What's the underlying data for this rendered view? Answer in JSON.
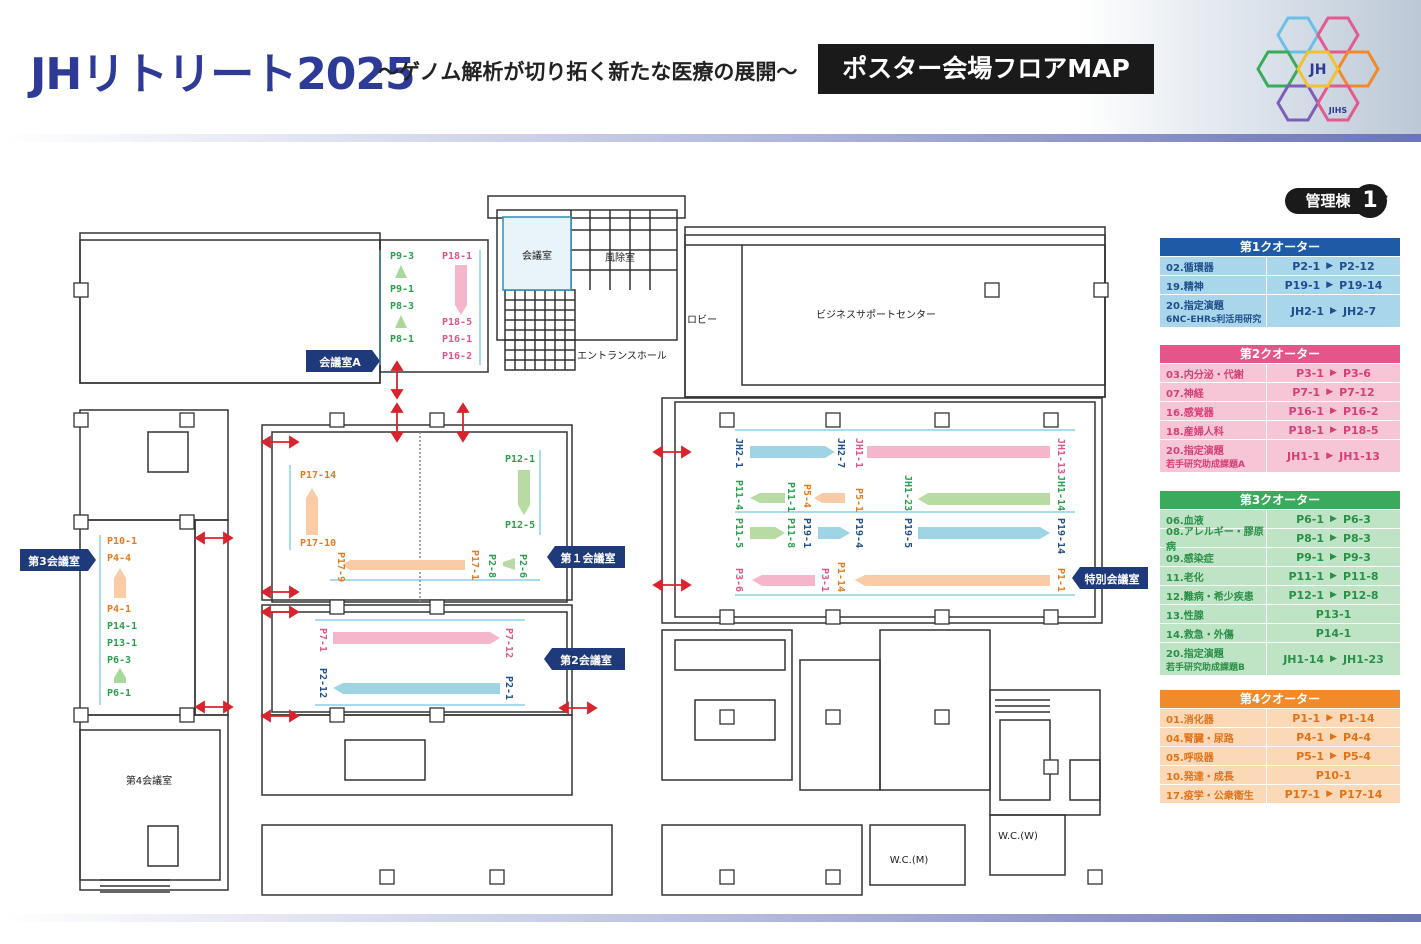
{
  "header": {
    "title_main": "JHリトリート2025",
    "title_sub": "〜ゲノム解析が切り拓く新たな医療の展開〜",
    "title_box": "ポスター会場フロアMAP",
    "logo_text": "JH",
    "logo_sub": "JIHS"
  },
  "floor_badge": {
    "building": "管理棟",
    "floor": "1",
    "suffix": "F"
  },
  "rooms": {
    "kaigishitsu_top": "会議室",
    "fujo": "風除室",
    "lobby": "ロビー",
    "business": "ビジネスサポートセンター",
    "entrance": "エントランスホール",
    "room4": "第4会議室",
    "wc_m": "W.C.(M)",
    "wc_w": "W.C.(W)"
  },
  "room_labels": {
    "a": "会議室A",
    "r1": "第１会議室",
    "r2": "第2会議室",
    "r3": "第3会議室",
    "special": "特別会議室"
  },
  "booths": {
    "p9_3": "P9-3",
    "p9_1": "P9-1",
    "p8_3": "P8-3",
    "p8_1": "P8-1",
    "p18_1": "P18-1",
    "p18_5": "P18-5",
    "p16_1": "P16-1",
    "p16_2": "P16-2",
    "p17_14": "P17-14",
    "p17_10": "P17-10",
    "p12_1": "P12-1",
    "p12_5": "P12-5",
    "p17_9": "P17-9",
    "p17_1": "P17-1",
    "p2_8": "P2-8",
    "p2_6": "P2-6",
    "p7_1": "P7-1",
    "p7_12": "P7-12",
    "p2_12": "P2-12",
    "p2_1": "P2-1",
    "p10_1": "P10-1",
    "p4_4": "P4-4",
    "p4_1": "P4-1",
    "p14_1": "P14-1",
    "p13_1": "P13-1",
    "p6_3": "P6-3",
    "p6_1": "P6-1",
    "jh2_1": "JH2-1",
    "jh2_7": "JH2-7",
    "jh1_1": "JH1-1",
    "jh1_13": "JH1-13",
    "p11_4": "P11-4",
    "p11_1": "P11-1",
    "p5_4": "P5-4",
    "p5_1": "P5-1",
    "jh1_23": "JH1-23",
    "jh1_14": "JH1-14",
    "p11_5": "P11-5",
    "p11_8": "P11-8",
    "p19_1": "P19-1",
    "p19_4": "P19-4",
    "p19_5": "P19-5",
    "p19_14": "P19-14",
    "p3_6": "P3-6",
    "p3_1": "P3-1",
    "p1_14": "P1-14",
    "p1_1": "P1-1"
  },
  "legend": [
    {
      "title": "第1クオーター",
      "color": "#1f5aa6",
      "row_bg": "#a9d6ea",
      "text": "#1f4e8c",
      "rows": [
        {
          "cat": "02.循環器",
          "from": "P2-1",
          "to": "P2-12"
        },
        {
          "cat": "19.精神",
          "from": "P19-1",
          "to": "P19-14"
        },
        {
          "cat": "20.指定演題",
          "cat2": "6NC-EHRs利活用研究",
          "from": "JH2-1",
          "to": "JH2-7"
        }
      ]
    },
    {
      "title": "第2クオーター",
      "color": "#e4558a",
      "row_bg": "#f7c6d6",
      "text": "#d63f78",
      "rows": [
        {
          "cat": "03.内分泌・代謝",
          "from": "P3-1",
          "to": "P3-6"
        },
        {
          "cat": "07.神経",
          "from": "P7-1",
          "to": "P7-12"
        },
        {
          "cat": "16.感覚器",
          "from": "P16-1",
          "to": "P16-2"
        },
        {
          "cat": "18.産婦人科",
          "from": "P18-1",
          "to": "P18-5"
        },
        {
          "cat": "20.指定演題",
          "cat2": "若手研究助成課題A",
          "from": "JH1-1",
          "to": "JH1-13"
        }
      ]
    },
    {
      "title": "第3クオーター",
      "color": "#3aaa5c",
      "row_bg": "#bfe4c5",
      "text": "#2a8f48",
      "rows": [
        {
          "cat": "06.血液",
          "from": "P6-1",
          "to": "P6-3"
        },
        {
          "cat": "08.アレルギー・膠原病",
          "from": "P8-1",
          "to": "P8-3"
        },
        {
          "cat": "09.感染症",
          "from": "P9-1",
          "to": "P9-3"
        },
        {
          "cat": "11.老化",
          "from": "P11-1",
          "to": "P11-8"
        },
        {
          "cat": "12.難病・希少疾患",
          "from": "P12-1",
          "to": "P12-8"
        },
        {
          "cat": "13.性腺",
          "single": "P13-1"
        },
        {
          "cat": "14.救急・外傷",
          "single": "P14-1"
        },
        {
          "cat": "20.指定演題",
          "cat2": "若手研究助成課題B",
          "from": "JH1-14",
          "to": "JH1-23"
        }
      ]
    },
    {
      "title": "第4クオーター",
      "color": "#f08a2a",
      "row_bg": "#fbd9b6",
      "text": "#e0731a",
      "rows": [
        {
          "cat": "01.消化器",
          "from": "P1-1",
          "to": "P1-14"
        },
        {
          "cat": "04.腎臓・尿路",
          "from": "P4-1",
          "to": "P4-4"
        },
        {
          "cat": "05.呼吸器",
          "from": "P5-1",
          "to": "P5-4"
        },
        {
          "cat": "10.発達・成長",
          "single": "P10-1"
        },
        {
          "cat": "17.疫学・公衆衛生",
          "from": "P17-1",
          "to": "P17-14"
        }
      ]
    }
  ],
  "colors": {
    "blue": "#1f4e8c",
    "pink": "#e0558a",
    "green": "#2a9f4e",
    "orange": "#e87a1e",
    "bar_blue": "#9fd4e4",
    "bar_pink": "#f5b5cb",
    "bar_green": "#b7dba2",
    "bar_orange": "#f9cba6",
    "label_navy": "#1e3a7a",
    "arrow_red": "#d9232d"
  }
}
